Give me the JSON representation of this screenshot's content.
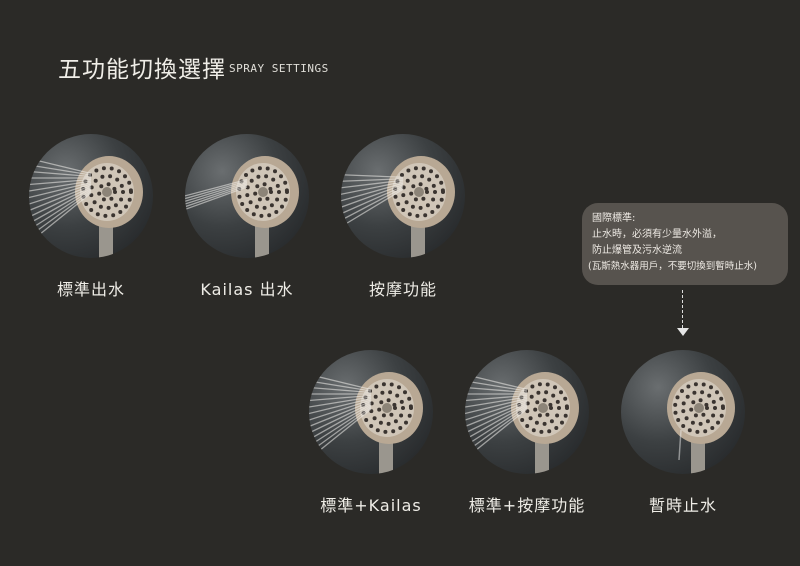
{
  "header": {
    "title": "五功能切換選擇",
    "subtitle": "SPRAY SETTINGS"
  },
  "settings": [
    {
      "label": "標準出水",
      "spray": "full"
    },
    {
      "label": "Kailas 出水",
      "spray": "jet"
    },
    {
      "label": "按摩功能",
      "spray": "massage"
    },
    {
      "label": "標準+Kailas",
      "spray": "full"
    },
    {
      "label": "標準+按摩功能",
      "spray": "full"
    },
    {
      "label": "暫時止水",
      "spray": "none"
    }
  ],
  "note": {
    "lines": [
      "國際標準:",
      "止水時，必須有少量水外溢，",
      "防止爆管及污水逆流",
      "(瓦斯熱水器用戶，不要切換到暫時止水)"
    ]
  },
  "colors": {
    "background": "#2b2a27",
    "note_bg": "#57534e"
  }
}
